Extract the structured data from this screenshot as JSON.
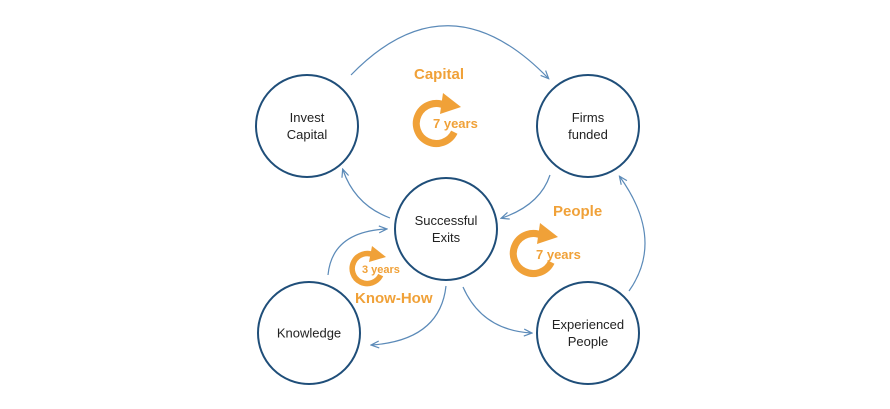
{
  "colors": {
    "circle_stroke": "#1f4e79",
    "arrow": "#5b8ab8",
    "accent": "#f0a138",
    "text": "#222222"
  },
  "nodes": {
    "invest_capital": "Invest\nCapital",
    "firms_funded": "Firms\nfunded",
    "successful_exits": "Successful\nExits",
    "knowledge": "Knowledge",
    "experienced_people": "Experienced\nPeople"
  },
  "cycles": {
    "capital": {
      "title": "Capital",
      "duration": "7 years",
      "icon": "refresh-cycle-icon"
    },
    "people": {
      "title": "People",
      "duration": "7 years",
      "icon": "refresh-cycle-icon"
    },
    "know_how": {
      "title": "Know-How",
      "duration": "3 years",
      "icon": "refresh-cycle-icon"
    }
  }
}
